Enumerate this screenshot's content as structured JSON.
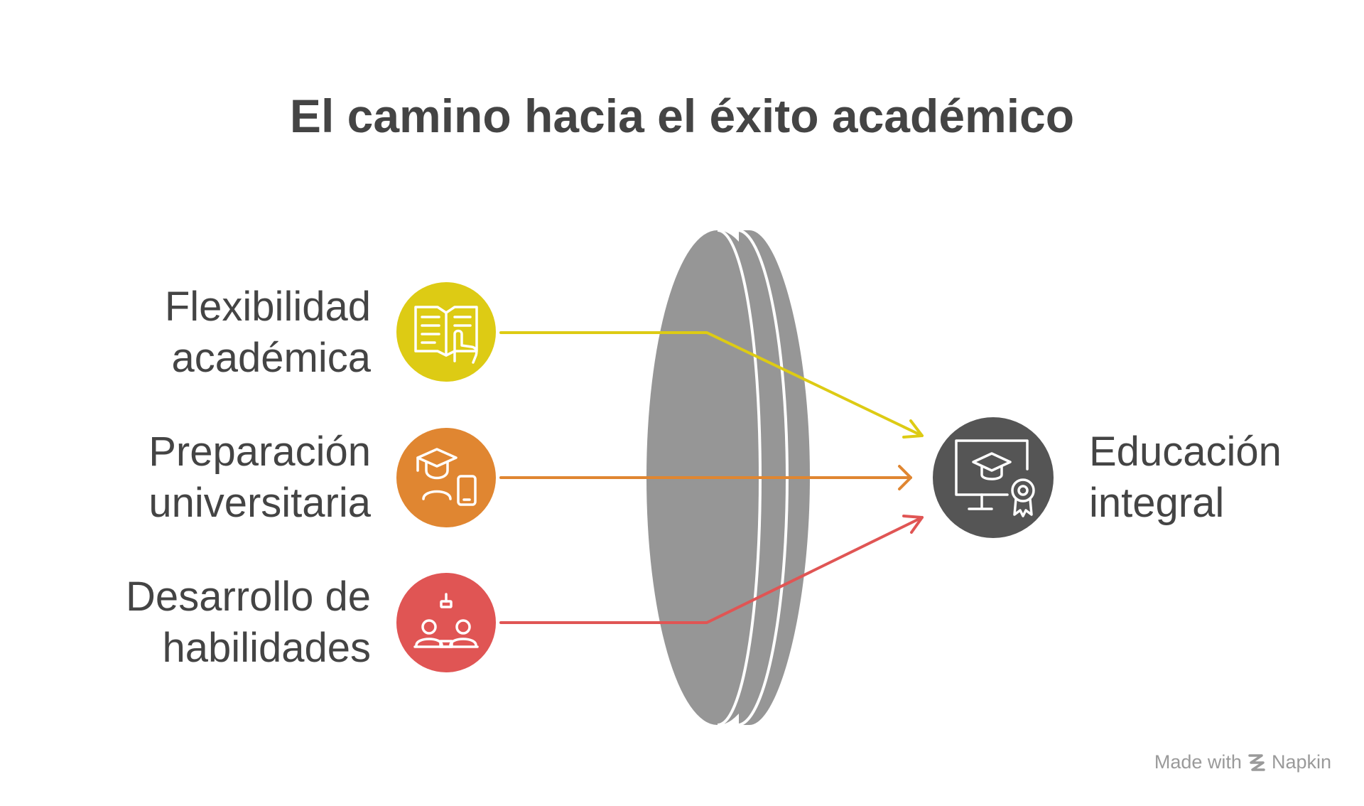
{
  "title": "El camino hacia el éxito académico",
  "inputs": [
    {
      "line1": "Flexibilidad",
      "line2": "académica",
      "color": "#DDCB14",
      "icon": "open-book-touch-icon"
    },
    {
      "line1": "Preparación",
      "line2": "universitaria",
      "color": "#E08631",
      "icon": "graduate-phone-icon"
    },
    {
      "line1": "Desarrollo de",
      "line2": "habilidades",
      "color": "#E05554",
      "icon": "workshop-people-icon"
    }
  ],
  "output": {
    "line1": "Educación",
    "line2": "integral",
    "color": "#555555",
    "icon": "online-certificate-icon"
  },
  "lens_color": "#969696",
  "watermark": {
    "made_with": "Made with",
    "brand": "Napkin"
  }
}
